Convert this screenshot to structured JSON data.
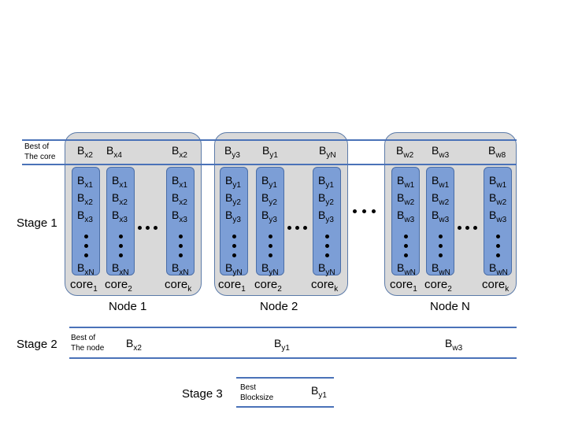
{
  "stage_labels": [
    "Stage 1",
    "Stage 2",
    "Stage 3"
  ],
  "best_core_label": [
    "Best of",
    "The core"
  ],
  "best_node_label": [
    "Best of",
    "The node"
  ],
  "best_blocksize_label": [
    "Best",
    "Blocksize"
  ],
  "nodes": [
    {
      "name": "Node 1",
      "best": [
        {
          "base": "B",
          "sub": "x2"
        },
        {
          "base": "B",
          "sub": "x4"
        },
        {
          "base": "B",
          "sub": "x2"
        }
      ],
      "block_subs": [
        "x1",
        "x2",
        "x3",
        "xN"
      ],
      "cores": [
        {
          "base": "core",
          "sub": "1"
        },
        {
          "base": "core",
          "sub": "2"
        },
        {
          "base": "core",
          "sub": "k"
        }
      ]
    },
    {
      "name": "Node 2",
      "best": [
        {
          "base": "B",
          "sub": "y3"
        },
        {
          "base": "B",
          "sub": "y1"
        },
        {
          "base": "B",
          "sub": "yN"
        }
      ],
      "block_subs": [
        "y1",
        "y2",
        "y3",
        "yN"
      ],
      "cores": [
        {
          "base": "core",
          "sub": "1"
        },
        {
          "base": "core",
          "sub": "2"
        },
        {
          "base": "core",
          "sub": "k"
        }
      ]
    },
    {
      "name": "Node N",
      "best": [
        {
          "base": "B",
          "sub": "w2"
        },
        {
          "base": "B",
          "sub": "w3"
        },
        {
          "base": "B",
          "sub": "w8"
        }
      ],
      "block_subs": [
        "w1",
        "w2",
        "w3",
        "wN"
      ],
      "cores": [
        {
          "base": "core",
          "sub": "1"
        },
        {
          "base": "core",
          "sub": "2"
        },
        {
          "base": "core",
          "sub": "k"
        }
      ]
    }
  ],
  "stage2_best": [
    {
      "base": "B",
      "sub": "x2"
    },
    {
      "base": "B",
      "sub": "y1"
    },
    {
      "base": "B",
      "sub": "w3"
    }
  ],
  "stage3_best": {
    "base": "B",
    "sub": "y1"
  }
}
